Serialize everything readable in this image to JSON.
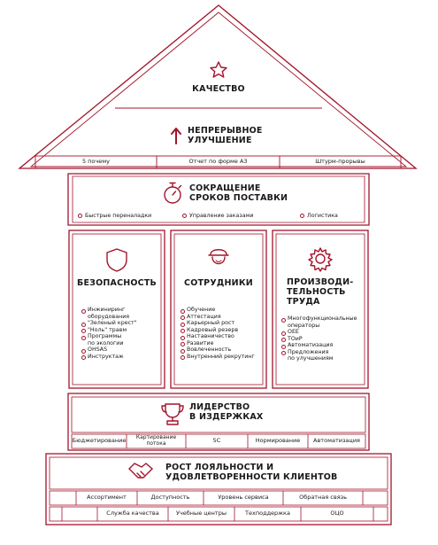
{
  "colors": {
    "accent": "#a3142b",
    "text": "#1a1a1a"
  },
  "roof": {
    "top_title": "КАЧЕСТВО",
    "top_icon": "star-icon",
    "improvement_title": "НЕПРЕРЫВНОЕ\nУЛУЧШЕНИЕ",
    "improvement_icon": "arrow-up-icon",
    "tools": [
      "5 почему",
      "Отчет по форме А3",
      "Штурм-прорывы"
    ]
  },
  "lead_time": {
    "title": "СОКРАЩЕНИЕ\nСРОКОВ ПОСТАВКИ",
    "icon": "stopwatch-icon",
    "items": [
      "Быстрые переналадки",
      "Управление заказами",
      "Логистика"
    ]
  },
  "pillars": [
    {
      "title": "БЕЗОПАСНОСТЬ",
      "icon": "shield-icon",
      "items": [
        "Инжиниринг\nоборудования",
        "\"Зеленый крест\"",
        "\"Ноль\" травм",
        "Программы\nпо экологии",
        "OHSAS",
        "Инструктаж"
      ]
    },
    {
      "title": "СОТРУДНИКИ",
      "icon": "worker-icon",
      "items": [
        "Обучение",
        "Аттестация",
        "Карьерный рост",
        "Кадровый резерв",
        "Наставничество",
        "Развитие",
        "Вовлеченность",
        "Внутренний рекрутинг"
      ]
    },
    {
      "title": "ПРОИЗВОДИ-\nТЕЛЬНОСТЬ\nТРУДА",
      "icon": "gear-icon",
      "items": [
        "Многофункциональные\nоператоры",
        "OEE",
        "ТОиР",
        "Автоматизация",
        "Предложения\nпо улучшениям"
      ]
    }
  ],
  "leadership": {
    "title": "ЛИДЕРСТВО\nВ ИЗДЕРЖКАХ",
    "icon": "trophy-icon",
    "items": [
      "Бюджетирование",
      "Картирование\nпотока",
      "5С",
      "Нормирование",
      "Автоматизация"
    ]
  },
  "loyalty": {
    "title": "РОСТ ЛОЯЛЬНОСТИ И\nУДОВЛЕТВОРЕННОСТИ КЛИЕНТОВ",
    "icon": "handshake-icon",
    "row1": [
      "Ассортимент",
      "Доступность",
      "Уровень сервиса",
      "Обратная связь"
    ],
    "row2": [
      "Служба качества",
      "Учебные центры",
      "Техподдержка",
      "ОЦО"
    ]
  }
}
